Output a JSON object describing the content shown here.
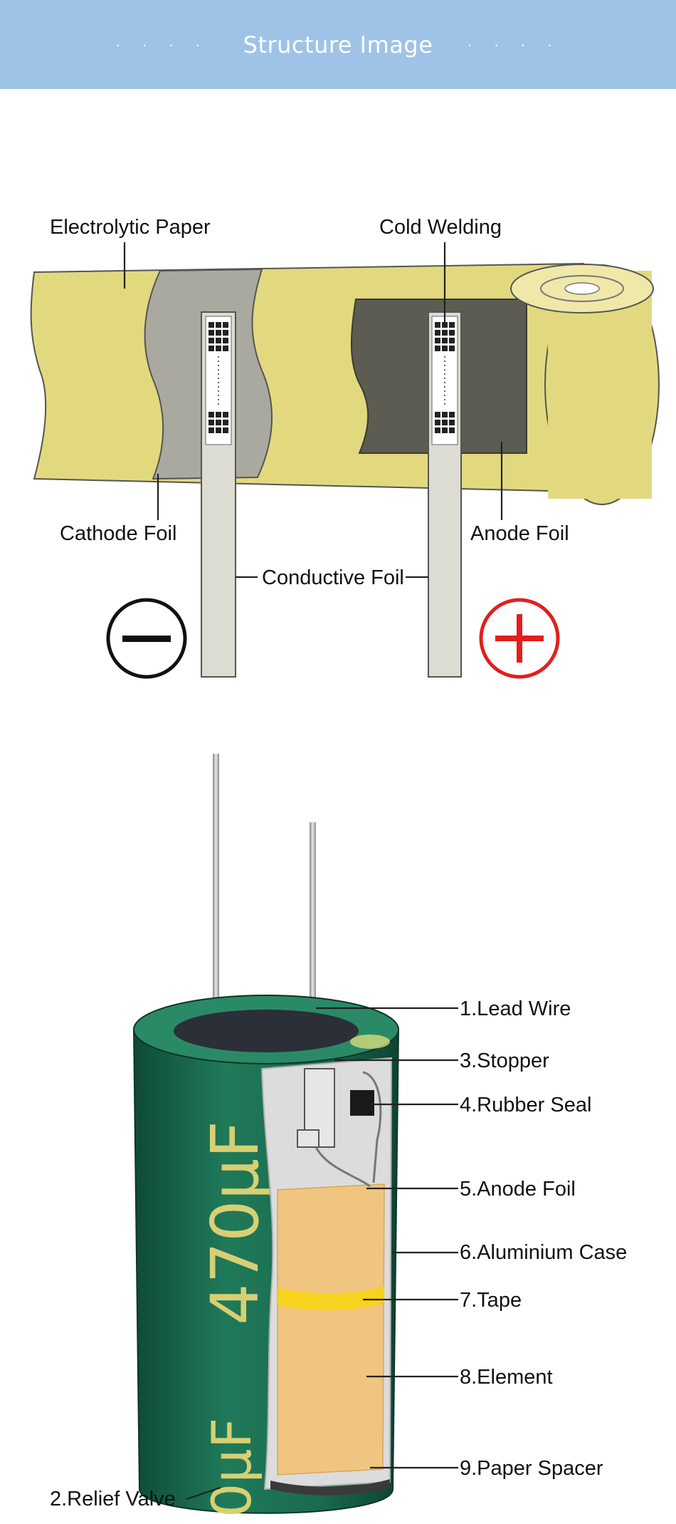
{
  "header": {
    "title": "Structure Image",
    "dots_left": "· · · ·",
    "dots_right": "· · · ·"
  },
  "colors": {
    "header_bg": "#9fc3e6",
    "paper_yellow": "#e2d97f",
    "cathode_gray": "#a9a9a0",
    "anode_dark": "#5d5c52",
    "conductive_foil": "#dcdcd2",
    "minus_black": "#111111",
    "plus_red": "#e21e1e",
    "case_green": "#1b6a4f",
    "element_orange": "#f0c57f",
    "tape_yellow": "#f7d21e",
    "marking_yellow": "#d8cf72"
  },
  "foil_diagram": {
    "labels": {
      "electrolytic_paper": "Electrolytic Paper",
      "cold_welding": "Cold Welding",
      "cathode_foil": "Cathode Foil",
      "anode_foil": "Anode Foil",
      "conductive_foil": "Conductive Foil"
    },
    "polarity": {
      "negative": "minus",
      "positive": "plus"
    }
  },
  "capacitor_diagram": {
    "marking_main": "470μF",
    "marking_bottom": "0μF",
    "labels": {
      "lead_wire": "1.Lead Wire",
      "relief_valve": "2.Relief Valve",
      "stopper": "3.Stopper",
      "rubber_seal": "4.Rubber Seal",
      "anode_foil": "5.Anode Foil",
      "aluminium_case": "6.Aluminium Case",
      "tape": "7.Tape",
      "element": "8.Element",
      "paper_spacer": "9.Paper Spacer"
    }
  }
}
